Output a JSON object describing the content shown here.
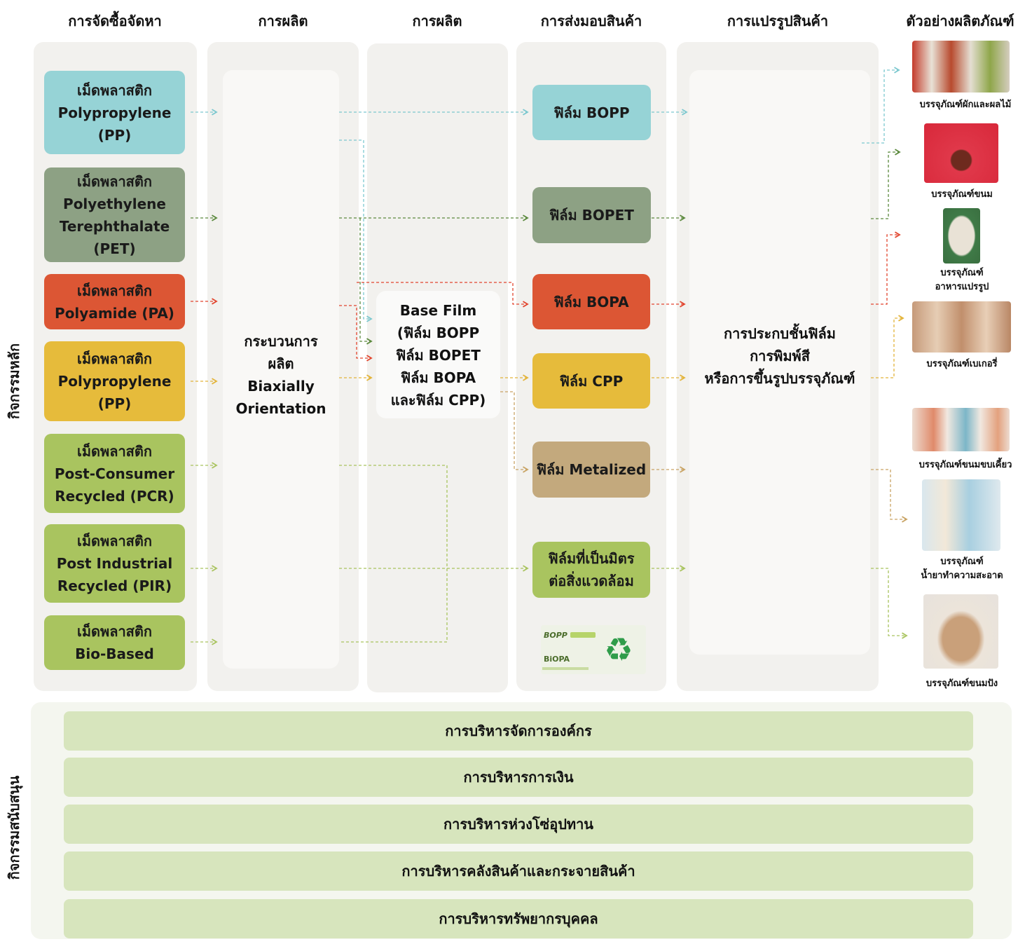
{
  "headers": {
    "procurement": "การจัดซื้อจัดหา",
    "production1": "การผลิต",
    "production2": "การผลิต",
    "delivery": "การส่งมอบสินค้า",
    "conversion": "การแปรรูปสินค้า",
    "examples": "ตัวอย่างผลิตภัณฑ์"
  },
  "side_labels": {
    "primary": "กิจกรรมหลัก",
    "support": "กิจกรรมสนับสนุน"
  },
  "raw_materials": [
    {
      "line1": "เม็ดพลาสติก",
      "line2": "Polypropylene",
      "line3": "(PP)",
      "color": "#96d3d6"
    },
    {
      "line1": "เม็ดพลาสติก",
      "line2": "Polyethylene",
      "line3": "Terephthalate",
      "line4": "(PET)",
      "color": "#8da184"
    },
    {
      "line1": "เม็ดพลาสติก",
      "line2": "Polyamide (PA)",
      "color": "#dc5634"
    },
    {
      "line1": "เม็ดพลาสติก",
      "line2": "Polypropylene",
      "line3": "(PP)",
      "color": "#e6bb3b"
    },
    {
      "line1": "เม็ดพลาสติก",
      "line2": "Post-Consumer",
      "line3": "Recycled (PCR)",
      "color": "#a9c45f"
    },
    {
      "line1": "เม็ดพลาสติก",
      "line2": "Post Industrial",
      "line3": "Recycled (PIR)",
      "color": "#a9c45f"
    },
    {
      "line1": "เม็ดพลาสติก",
      "line2": "Bio-Based",
      "color": "#a9c45f"
    }
  ],
  "process": {
    "line1": "กระบวนการ",
    "line2": "ผลิต",
    "line3": "Biaxially",
    "line4": "Orientation"
  },
  "base_film": {
    "line1": "Base Film",
    "line2": "(ฟิล์ม BOPP",
    "line3": "ฟิล์ม BOPET",
    "line4": "ฟิล์ม BOPA",
    "line5": "และฟิล์ม CPP)"
  },
  "films": [
    {
      "line1": "ฟิล์ม BOPP",
      "color": "#96d3d6"
    },
    {
      "line1": "ฟิล์ม BOPET",
      "color": "#8da184"
    },
    {
      "line1": "ฟิล์ม BOPA",
      "color": "#dc5634"
    },
    {
      "line1": "ฟิล์ม CPP",
      "color": "#e6bb3b"
    },
    {
      "line1": "ฟิล์ม Metalized",
      "color": "#c3a97d"
    },
    {
      "line1": "ฟิล์มที่เป็นมิตร",
      "line2": "ต่อสิ่งแวดล้อม",
      "color": "#a9c45f"
    }
  ],
  "logos": {
    "bopp": "BOPP",
    "biopa": "BiOPA"
  },
  "conversion": {
    "line1": "การประกบชั้นฟิล์ม",
    "line2": "การพิมพ์สี",
    "line3": "หรือการขึ้นรูปบรรจุภัณฑ์"
  },
  "examples": [
    {
      "line1": "บรรจุภัณฑ์ผักและผลไม้"
    },
    {
      "line1": "บรรจุภัณฑ์ขนม"
    },
    {
      "line1": "บรรจุภัณฑ์",
      "line2": "อาหารแปรรูป"
    },
    {
      "line1": "บรรจุภัณฑ์เบเกอรี่"
    },
    {
      "line1": "บรรจุภัณฑ์ขนมขบเคี้ยว"
    },
    {
      "line1": "บรรจุภัณฑ์",
      "line2": "น้ำยาทำความสะอาด"
    },
    {
      "line1": "บรรจุภัณฑ์ขนมปัง"
    }
  ],
  "support_activities": [
    "การบริหารจัดการองค์กร",
    "การบริหารการเงิน",
    "การบริหารห่วงโซ่อุปทาน",
    "การบริหารคลังสินค้าและกระจายสินค้า",
    "การบริหารทรัพยากรบุคคล"
  ],
  "colors": {
    "teal": "#7cc8cf",
    "green": "#5c8a3e",
    "red": "#e2452e",
    "yellow": "#e3b43a",
    "lime": "#a9c45f",
    "tan": "#c9a465",
    "panel": "#f2f1ee",
    "support_bar": "#d7e5bd"
  }
}
